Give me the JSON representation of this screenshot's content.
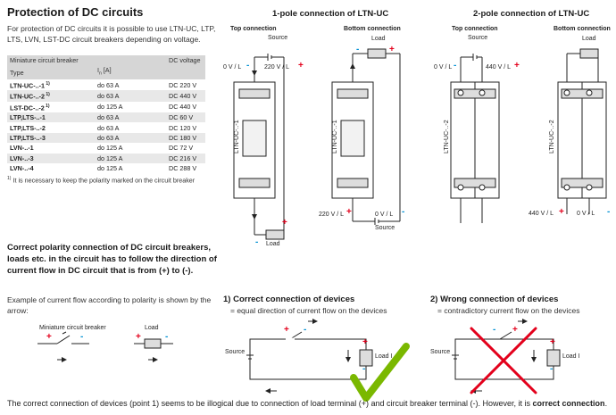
{
  "title": "Protection of DC circuits",
  "intro": "For protection of DC circuits it is possible to use LTN-UC, LTP, LTS, LVN, LST-DC circuit breakers depending on voltage.",
  "table": {
    "header_group": "Miniature circuit breaker",
    "header_type": "Type",
    "header_current": "I",
    "header_current_sub": "n",
    "header_current_unit": " [A]",
    "header_voltage": "DC voltage",
    "rows": [
      {
        "type": "LTN-UC-..-1",
        "sup": "1)",
        "current": "do 63 A",
        "voltage": "DC 220 V"
      },
      {
        "type": "LTN-UC-..-2",
        "sup": "1)",
        "current": "do 63 A",
        "voltage": "DC 440 V"
      },
      {
        "type": "LST-DC-..-2",
        "sup": "1)",
        "current": "do 125 A",
        "voltage": "DC 440 V"
      },
      {
        "type": "LTP,LTS-..-1",
        "sup": "",
        "current": "do 63 A",
        "voltage": "DC 60 V"
      },
      {
        "type": "LTP,LTS-..-2",
        "sup": "",
        "current": "do 63 A",
        "voltage": "DC 120 V"
      },
      {
        "type": "LTP,LTS-..-3",
        "sup": "",
        "current": "do 63 A",
        "voltage": "DC 180 V"
      },
      {
        "type": "LVN-..-1",
        "sup": "",
        "current": "do 125 A",
        "voltage": "DC 72 V"
      },
      {
        "type": "LVN-..-3",
        "sup": "",
        "current": "do 125 A",
        "voltage": "DC 216 V"
      },
      {
        "type": "LVN-..-4",
        "sup": "",
        "current": "do 125 A",
        "voltage": "DC 288 V"
      }
    ],
    "footnote_sup": "1)",
    "footnote": "It is necessary to keep the polarity marked on the circuit breaker"
  },
  "polarity_text": "Correct polarity connection of DC circuit breakers, loads etc. in the circuit has to follow the direction of current flow in DC circuit that is from (+) to (-).",
  "example_text": "Example of current flow according to polarity is shown by the arrow:",
  "example_labels": {
    "breaker": "Miniature circuit breaker",
    "load": "Load"
  },
  "one_pole": {
    "title": "1-pole connection of LTN-UC",
    "top": "Top connection",
    "bottom": "Bottom connection",
    "source": "Source",
    "load": "Load",
    "v0": "0 V / L",
    "v220": "220 V / L",
    "device": "LTN-UC-..-1"
  },
  "two_pole": {
    "title": "2-pole connection of LTN-UC",
    "top": "Top connection",
    "bottom": "Bottom connection",
    "source": "Source",
    "load": "Load",
    "v0": "0 V / L",
    "v440": "440 V / L",
    "device": "LTN-UC-..-2"
  },
  "correct": {
    "title": "1) Correct connection of devices",
    "subtitle": "= equal direction of current flow on the devices",
    "source": "Source",
    "load": "Load I"
  },
  "wrong": {
    "title": "2) Wrong connection of devices",
    "subtitle": "= contradictory current flow on the devices",
    "source": "Source",
    "load": "Load I"
  },
  "footer": {
    "text": "The correct connection of devices (point 1) seems to be illogical due to connection of load terminal (+) and circuit breaker terminal (-). However, it is ",
    "bold": "correct connection",
    "end": "."
  },
  "signs": {
    "plus": "+",
    "minus": "-"
  },
  "colors": {
    "plus": "#e3001b",
    "minus": "#0090d4",
    "check": "#7ab800",
    "cross": "#e3001b"
  }
}
